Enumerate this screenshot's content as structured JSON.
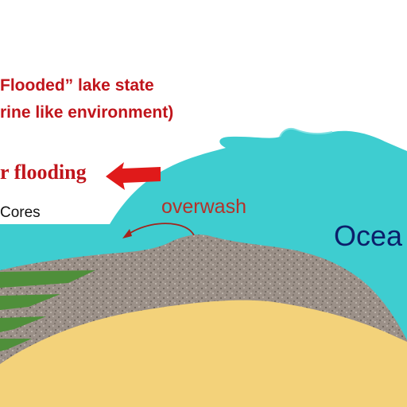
{
  "title": {
    "line1": "Flooded” lake state",
    "line2": "rine like environment)"
  },
  "labels": {
    "flooding": "r flooding",
    "cores": "Cores",
    "overwash": "overwash",
    "ocean": "Ocea"
  },
  "colors": {
    "ocean": "#3ecdd0",
    "gravel": "#9b9088",
    "sand": "#f3d27a",
    "vegetation": "#4f8f3a",
    "accent_red": "#e01a1a"
  },
  "icons": {
    "flooding_arrow": "red-left-arrow",
    "overwash_arrow": "curved-left-arrow"
  }
}
